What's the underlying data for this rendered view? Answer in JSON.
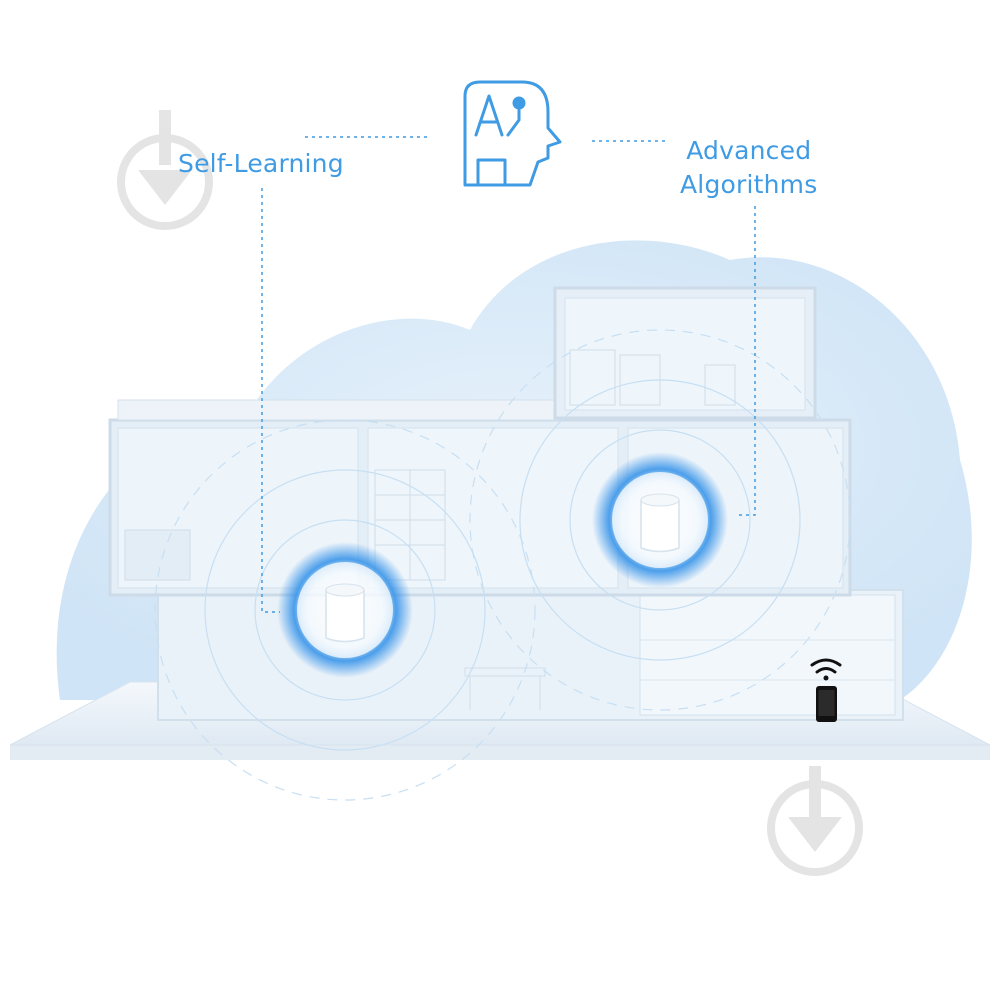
{
  "features": {
    "left_label": "Self-Learning",
    "right_label_line1": "Advanced",
    "right_label_line2": "Algorithms"
  },
  "icons": {
    "center": "ai-head-icon",
    "devices": [
      "mesh-unit-icon",
      "mesh-unit-icon"
    ],
    "client": "smartphone-wifi-icon",
    "watermark": "download-arrow-icon"
  },
  "colors": {
    "accent": "#3f9be3",
    "cloud": "#dcebf8",
    "house": "#eef5fb",
    "glow": "#2f8fe8"
  }
}
